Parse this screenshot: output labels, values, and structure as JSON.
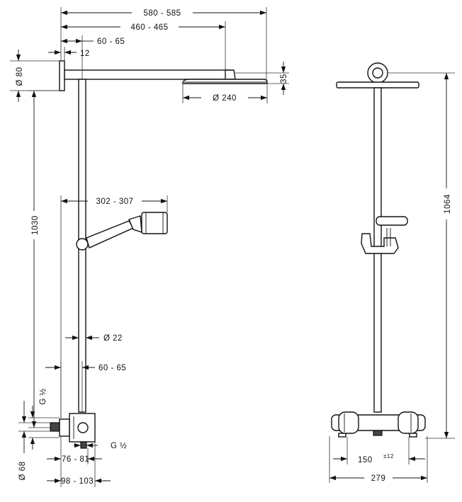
{
  "dimensions": {
    "overall_arm": "580 - 585",
    "arm_length": "460 - 465",
    "wall_offset_top": "60 - 65",
    "wall_plate": "12",
    "wall_plate_diameter": "Ø 80",
    "overhead_diameter": "Ø 240",
    "overhead_height": "35",
    "riser_height": "1030",
    "hand_shower_reach": "302 - 307",
    "riser_diameter": "Ø 22",
    "wall_offset_bottom": "60 - 65",
    "inlet_thread_left": "G ½",
    "inlet_thread_bottom": "G ½",
    "connector_diameter": "Ø 68",
    "valve_depth_inner": "76 - 81",
    "valve_depth_outer": "98 - 103",
    "front_total_height": "1064",
    "front_centres": "150",
    "front_centres_tolerance": "±12",
    "front_width": "279"
  }
}
